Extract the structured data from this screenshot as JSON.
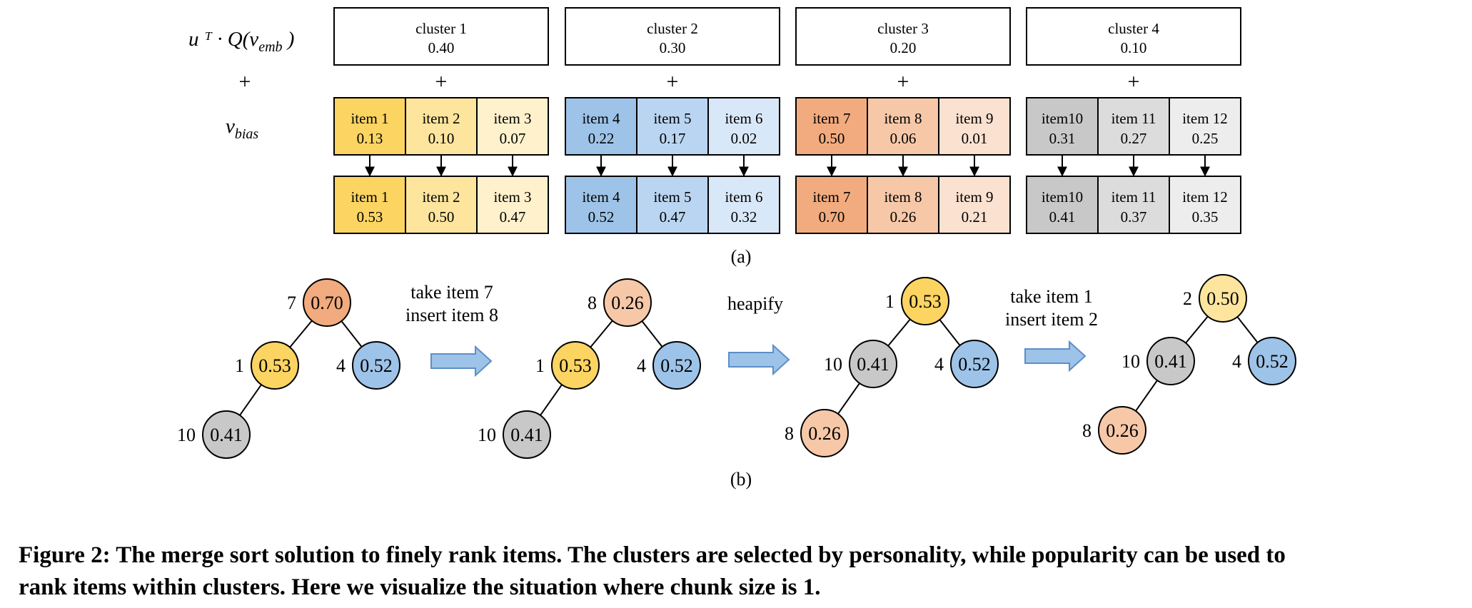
{
  "formula": {
    "score_label": "u ᵀ · Q(v",
    "score_subscript": "emb",
    "score_close": " )",
    "plus": "+",
    "bias_label": "v",
    "bias_subscript": "bias"
  },
  "colors": {
    "yellow": [
      "#fcd462",
      "#fde59e",
      "#fff1cb"
    ],
    "blue": [
      "#9ec3e8",
      "#bad5f1",
      "#d9e8f8"
    ],
    "orange": [
      "#f2ab7e",
      "#f7c8a8",
      "#fbe1d0"
    ],
    "gray": [
      "#c8c8c8",
      "#dcdcdc",
      "#ededed"
    ],
    "arrow_fill": "#9ec3e8",
    "arrow_stroke": "#5b8fc7"
  },
  "clusters": [
    {
      "label": "cluster 1",
      "score": "0.40",
      "plus": "+",
      "palette": "yellow",
      "items_bias": [
        {
          "name": "item 1",
          "value": "0.13"
        },
        {
          "name": "item 2",
          "value": "0.10"
        },
        {
          "name": "item 3",
          "value": "0.07"
        }
      ],
      "items_total": [
        {
          "name": "item 1",
          "value": "0.53"
        },
        {
          "name": "item 2",
          "value": "0.50"
        },
        {
          "name": "item 3",
          "value": "0.47"
        }
      ]
    },
    {
      "label": "cluster 2",
      "score": "0.30",
      "plus": "+",
      "palette": "blue",
      "items_bias": [
        {
          "name": "item 4",
          "value": "0.22"
        },
        {
          "name": "item 5",
          "value": "0.17"
        },
        {
          "name": "item 6",
          "value": "0.02"
        }
      ],
      "items_total": [
        {
          "name": "item 4",
          "value": "0.52"
        },
        {
          "name": "item 5",
          "value": "0.47"
        },
        {
          "name": "item 6",
          "value": "0.32"
        }
      ]
    },
    {
      "label": "cluster 3",
      "score": "0.20",
      "plus": "+",
      "palette": "orange",
      "items_bias": [
        {
          "name": "item 7",
          "value": "0.50"
        },
        {
          "name": "item 8",
          "value": "0.06"
        },
        {
          "name": "item 9",
          "value": "0.01"
        }
      ],
      "items_total": [
        {
          "name": "item 7",
          "value": "0.70"
        },
        {
          "name": "item 8",
          "value": "0.26"
        },
        {
          "name": "item 9",
          "value": "0.21"
        }
      ]
    },
    {
      "label": "cluster 4",
      "score": "0.10",
      "plus": "+",
      "palette": "gray",
      "items_bias": [
        {
          "name": "item10",
          "value": "0.31"
        },
        {
          "name": "item 11",
          "value": "0.27"
        },
        {
          "name": "item 12",
          "value": "0.25"
        }
      ],
      "items_total": [
        {
          "name": "item10",
          "value": "0.41"
        },
        {
          "name": "item 11",
          "value": "0.37"
        },
        {
          "name": "item 12",
          "value": "0.35"
        }
      ]
    }
  ],
  "label_a": "(a)",
  "label_b": "(b)",
  "heaps": [
    {
      "nodes": [
        {
          "id": "7",
          "value": "0.70",
          "color": "#f2ab7e",
          "label_side": "left"
        },
        {
          "id": "1",
          "value": "0.53",
          "color": "#fcd462",
          "label_side": "left"
        },
        {
          "id": "4",
          "value": "0.52",
          "color": "#9ec3e8",
          "label_side": "left"
        },
        {
          "id": "10",
          "value": "0.41",
          "color": "#c8c8c8",
          "label_side": "left"
        }
      ],
      "edges": [
        [
          0,
          1
        ],
        [
          0,
          2
        ],
        [
          1,
          3
        ]
      ]
    },
    {
      "nodes": [
        {
          "id": "8",
          "value": "0.26",
          "color": "#f7c8a8",
          "label_side": "left"
        },
        {
          "id": "1",
          "value": "0.53",
          "color": "#fcd462",
          "label_side": "left"
        },
        {
          "id": "4",
          "value": "0.52",
          "color": "#9ec3e8",
          "label_side": "left"
        },
        {
          "id": "10",
          "value": "0.41",
          "color": "#c8c8c8",
          "label_side": "left"
        }
      ],
      "edges": [
        [
          0,
          1
        ],
        [
          0,
          2
        ],
        [
          1,
          3
        ]
      ]
    },
    {
      "nodes": [
        {
          "id": "1",
          "value": "0.53",
          "color": "#fcd462",
          "label_side": "left"
        },
        {
          "id": "10",
          "value": "0.41",
          "color": "#c8c8c8",
          "label_side": "left"
        },
        {
          "id": "4",
          "value": "0.52",
          "color": "#9ec3e8",
          "label_side": "left"
        },
        {
          "id": "8",
          "value": "0.26",
          "color": "#f7c8a8",
          "label_side": "left"
        }
      ],
      "edges": [
        [
          0,
          1
        ],
        [
          0,
          2
        ],
        [
          1,
          3
        ]
      ]
    },
    {
      "nodes": [
        {
          "id": "2",
          "value": "0.50",
          "color": "#fde59e",
          "label_side": "left"
        },
        {
          "id": "10",
          "value": "0.41",
          "color": "#c8c8c8",
          "label_side": "left"
        },
        {
          "id": "4",
          "value": "0.52",
          "color": "#9ec3e8",
          "label_side": "left"
        },
        {
          "id": "8",
          "value": "0.26",
          "color": "#f7c8a8",
          "label_side": "left"
        }
      ],
      "edges": [
        [
          0,
          1
        ],
        [
          0,
          2
        ],
        [
          1,
          3
        ]
      ]
    }
  ],
  "transitions": [
    {
      "lines": [
        "take item 7",
        "insert item 8"
      ]
    },
    {
      "lines": [
        "heapify"
      ]
    },
    {
      "lines": [
        "take item 1",
        "insert item 2"
      ]
    }
  ],
  "caption": {
    "line1": "Figure 2: The merge sort solution to finely rank items. The clusters are selected by personality, while popularity can be used to",
    "line2": "rank items within clusters. Here we visualize the situation where chunk size is 1."
  }
}
